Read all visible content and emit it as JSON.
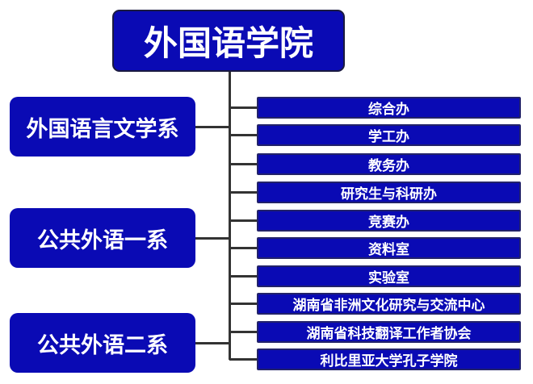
{
  "root": {
    "label": "外国语学院"
  },
  "departments": [
    {
      "label": "外国语言文学系"
    },
    {
      "label": "公共外语一系"
    },
    {
      "label": "公共外语二系"
    }
  ],
  "offices": [
    {
      "label": "综合办"
    },
    {
      "label": "学工办"
    },
    {
      "label": "教务办"
    },
    {
      "label": "研究生与科研办"
    },
    {
      "label": "竞赛办"
    },
    {
      "label": "资料室"
    },
    {
      "label": "实验室"
    },
    {
      "label": "湖南省非洲文化研究与交流中心"
    },
    {
      "label": "湖南省科技翻译工作者协会"
    },
    {
      "label": "利比里亚大学孔子学院"
    }
  ],
  "colors": {
    "box_fill": "#0a0ab4",
    "text": "#ffffff",
    "connector": "#333333"
  }
}
